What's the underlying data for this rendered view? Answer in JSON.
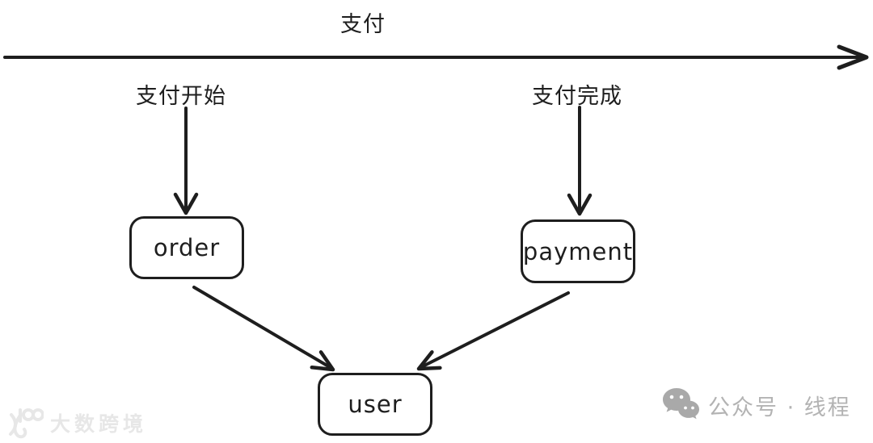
{
  "diagram": {
    "title": "支付",
    "phase_start_label": "支付开始",
    "phase_end_label": "支付完成",
    "nodes": {
      "order": "order",
      "payment": "payment",
      "user": "user"
    },
    "colors": {
      "stroke": "#1e1e1e",
      "background": "#ffffff",
      "watermark_left": "#e7e7e7",
      "watermark_right": "#b3b3b3"
    }
  },
  "watermarks": {
    "left_brand": "大数跨境",
    "right_brand": "公众号 · 线程"
  }
}
